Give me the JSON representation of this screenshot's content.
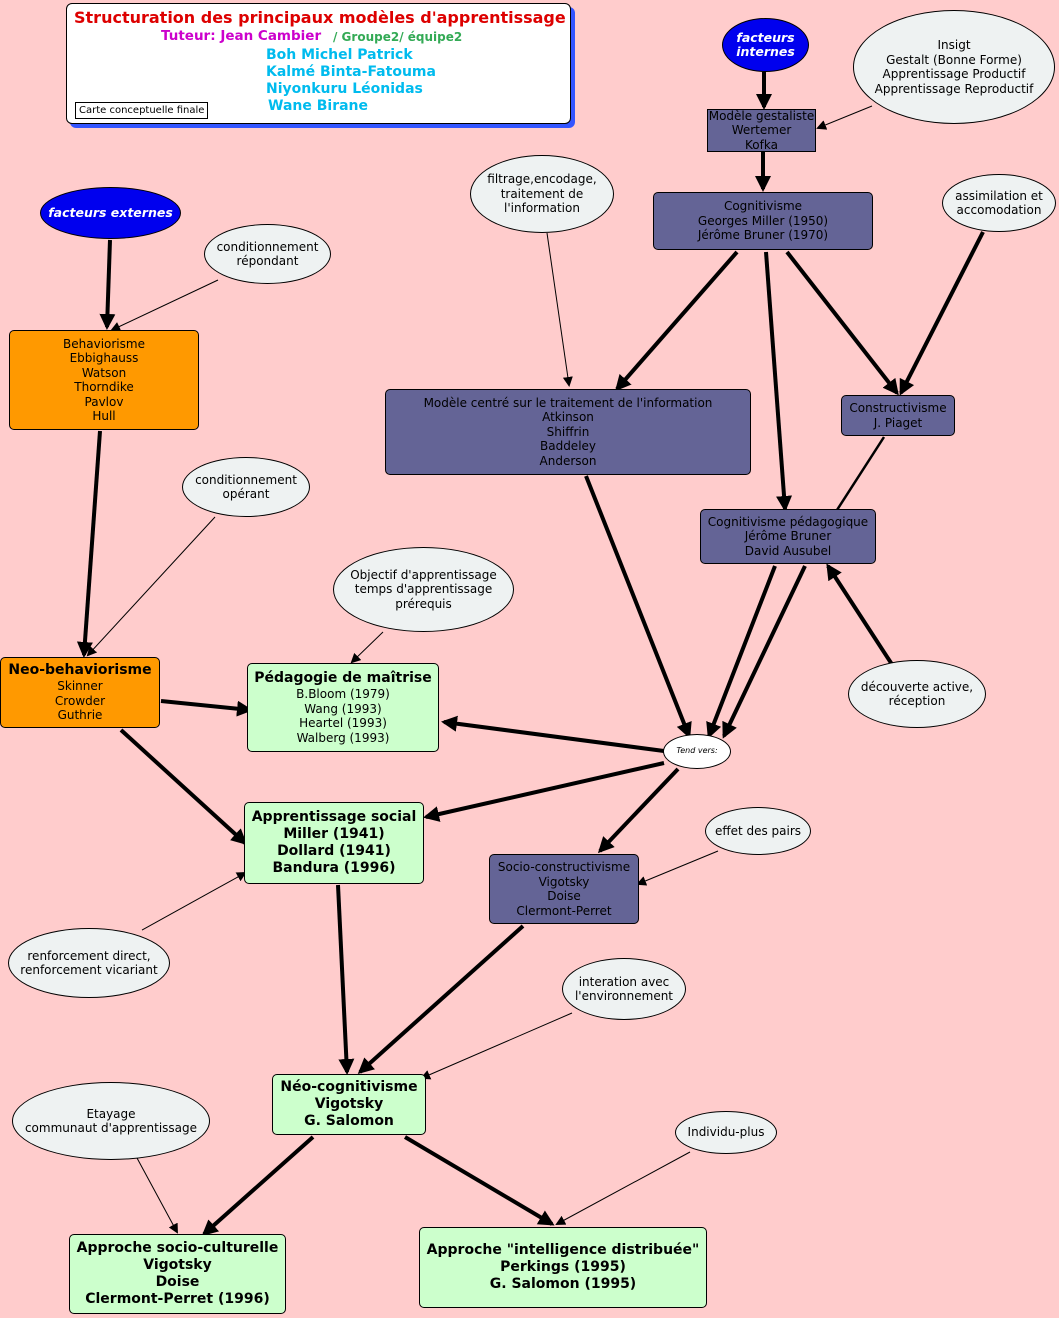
{
  "header": {
    "title": "Structuration des principaux modèles d'apprentissage",
    "tutor": "Tuteur: Jean Cambier",
    "group": "/ Groupe2/ équipe2",
    "members": [
      "Boh Michel Patrick",
      "Kalmé Binta-Fatouma",
      "Niyonkuru Léonidas",
      "Wane Birane"
    ],
    "map_label": "Carte conceptuelle finale"
  },
  "colors": {
    "background": "#ffcccc",
    "behaviorist": "#ff9900",
    "cognitivist": "#646496",
    "socio": "#ccffcc",
    "factor": "#0000ee",
    "title": "#dd0000",
    "tutor": "#cc00cc",
    "group": "#33aa55",
    "members": "#00bbee"
  },
  "nodes": {
    "facteurs_internes": [
      "facteurs",
      "internes"
    ],
    "facteurs_externes": [
      "facteurs externes"
    ],
    "gestalt_notes": [
      "Insigt",
      "Gestalt (Bonne Forme)",
      "Apprentissage Productif",
      "Apprentissage Reproductif"
    ],
    "gestaltiste": [
      "Modèle gestaliste",
      "Wertemer",
      "Kofka"
    ],
    "filtrage": [
      "filtrage,encodage,",
      "traitement de",
      "l'information"
    ],
    "cognitivisme": [
      "Cognitivisme",
      "Georges Miller (1950)",
      "Jérôme Bruner (1970)"
    ],
    "assimilation": [
      "assimilation et",
      "accomodation"
    ],
    "cond_repondant": [
      "conditionnement",
      "répondant"
    ],
    "behaviorisme": [
      "Behaviorisme",
      "Ebbighauss",
      "Watson",
      "Thorndike",
      "Pavlov",
      "Hull"
    ],
    "traitement_info": [
      "Modèle centré sur le traitement de l'information",
      "Atkinson",
      "Shiffrin",
      "Baddeley",
      "Anderson"
    ],
    "constructivisme": [
      "Constructivisme",
      "J. Piaget"
    ],
    "cond_operant": [
      "conditionnement",
      "opérant"
    ],
    "cog_pedagogique": [
      "Cognitivisme pédagogique",
      "Jérôme Bruner",
      "David Ausubel"
    ],
    "objectif": [
      "Objectif d'apprentissage",
      "temps d'apprentissage",
      "prérequis"
    ],
    "neo_behaviorisme_title": "Neo-behaviorisme",
    "neo_behaviorisme": [
      "Skinner",
      "Crowder",
      "Guthrie"
    ],
    "maitrise_title": "Pédagogie de maîtrise",
    "maitrise": [
      "B.Bloom (1979)",
      "Wang (1993)",
      "Heartel (1993)",
      "Walberg (1993)"
    ],
    "decouverte": [
      "découverte active,",
      "réception"
    ],
    "tend_vers": "Tend vers:",
    "apprentissage_social": [
      "Apprentissage social",
      "Miller (1941)",
      "Dollard (1941)",
      "Bandura (1996)"
    ],
    "effet_pairs": [
      "effet des pairs"
    ],
    "socio_constructivisme": [
      "Socio-constructivisme",
      "Vigotsky",
      "Doise",
      "Clermont-Perret"
    ],
    "renforcement": [
      "renforcement direct,",
      "renforcement vicariant"
    ],
    "interaction": [
      "interation avec",
      "l'environnement"
    ],
    "neo_cognitivisme": [
      "Néo-cognitivisme",
      "Vigotsky",
      "G. Salomon"
    ],
    "etayage": [
      "Etayage",
      "communaut d'apprentissage"
    ],
    "individu_plus": [
      "Individu-plus"
    ],
    "socio_culturelle": [
      "Approche socio-culturelle",
      "Vigotsky",
      "Doise",
      "Clermont-Perret (1996)"
    ],
    "intelligence_distribuee": [
      "Approche \"intelligence distribuée\"",
      "Perkings (1995)",
      "G. Salomon (1995)"
    ]
  }
}
